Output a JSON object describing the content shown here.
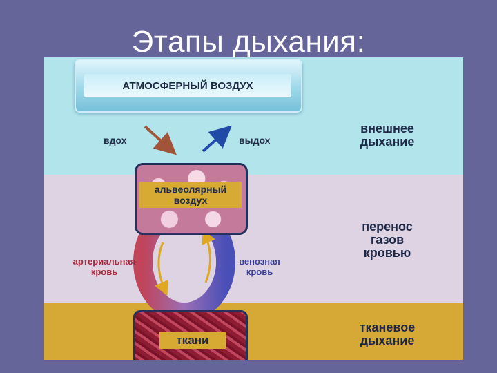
{
  "slide": {
    "title": "Этапы дыхания:"
  },
  "diagram": {
    "atmosphere_label": "АТМОСФЕРНЫЙ ВОЗДУХ",
    "inhale_label": "вдох",
    "exhale_label": "выдох",
    "alveolar_label": [
      "альвеолярный",
      "воздух"
    ],
    "arterial_label": [
      "артериальная",
      "кровь"
    ],
    "venous_label": [
      "венозная",
      "кровь"
    ],
    "tissues_label": "ткани",
    "stages": [
      {
        "line1": "внешнее",
        "line2": "дыхание"
      },
      {
        "line1": "перенос",
        "line2": "газов",
        "line3": "кровью"
      },
      {
        "line1": "тканевое",
        "line2": "дыхание"
      }
    ]
  },
  "colors": {
    "slide_background": "#65659a",
    "band_top": "#b2e4ec",
    "band_middle": "#ddd3e3",
    "band_bottom": "#d6a936",
    "arterial_text": "#a8283c",
    "venous_text": "#3a3f9a"
  }
}
